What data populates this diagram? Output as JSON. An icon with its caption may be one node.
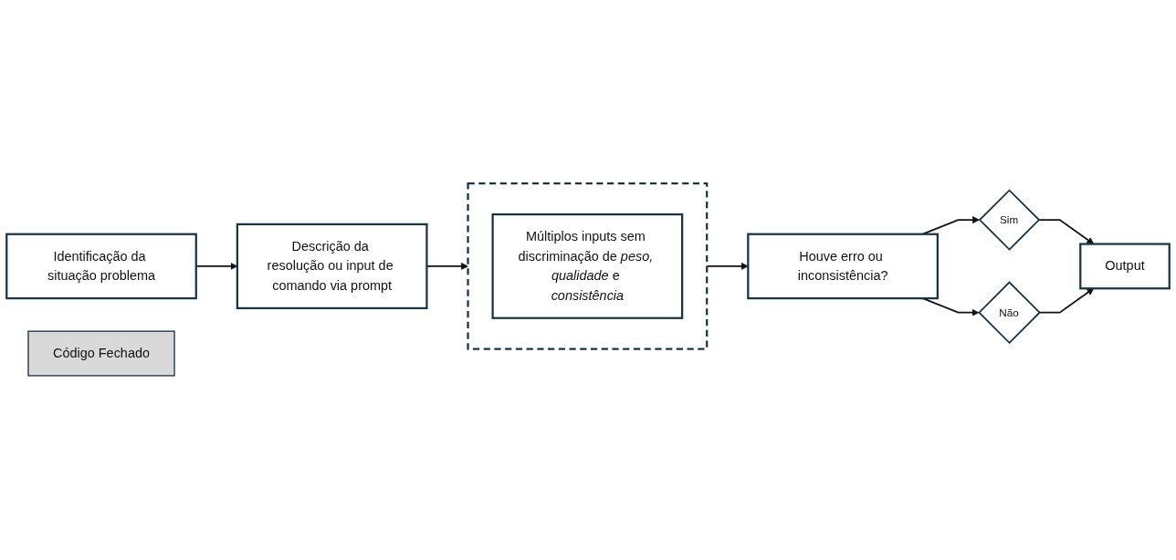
{
  "diagram": {
    "nodes": [
      {
        "text": [
          "Identificação da situação problema"
        ]
      },
      {
        "text": [
          "Descrição da resolução ou input de comando via prompt"
        ]
      },
      {
        "text": [],
        "shape": "box"
      },
      {
        "text": [
          "Múltiplos inputs sem discriminação de *peso, qualidade* e *consistência*"
        ],
        "in": 2
      },
      {
        "text": [
          "Código Fechado"
        ]
      },
      {
        "text": [
          "Houve erro ou inconsistência?"
        ]
      },
      {
        "text": [
          "Sim"
        ]
      },
      {
        "text": [
          "Não"
        ]
      },
      {
        "text": [
          "Output"
        ]
      }
    ],
    "edges": [
      {
        "from": 0,
        "to": 1,
        "arrow": "to"
      },
      {
        "from": 1,
        "to": 2,
        "arrow": "to"
      },
      {
        "from": 2,
        "to": 5,
        "arrow": "to"
      },
      {
        "from": 5,
        "to": 6,
        "arrow": "to"
      },
      {
        "from": 5,
        "to": 7,
        "arrow": "to"
      },
      {
        "from": 6,
        "to": 8,
        "arrow": "to"
      },
      {
        "from": 7,
        "to": 8,
        "arrow": "to"
      }
    ]
  }
}
